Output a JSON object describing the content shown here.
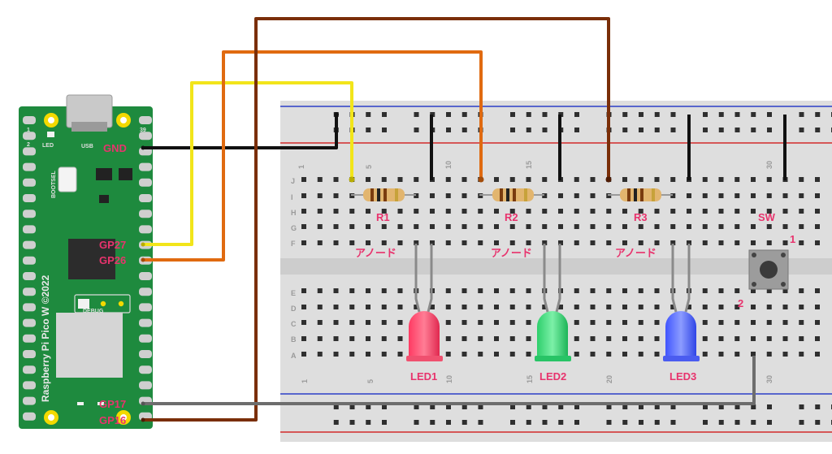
{
  "board": {
    "name": "Raspberry Pi Pico W ©2022",
    "usb_label": "USB",
    "led_label": "LED",
    "bootsel_label": "BOOTSEL",
    "debug_label": "DEBUG",
    "pin1": "1",
    "pin2": "2",
    "pin39": "39"
  },
  "pins": {
    "gnd": "GND",
    "gp27": "GP27",
    "gp26": "GP26",
    "gp17": "GP17",
    "gp16": "GP16"
  },
  "breadboard": {
    "rows_top": [
      "J",
      "I",
      "H",
      "G",
      "F"
    ],
    "rows_bottom": [
      "E",
      "D",
      "C",
      "B",
      "A"
    ],
    "col_labels_top": [
      "1",
      "5",
      "10",
      "15",
      "30"
    ],
    "col_labels_bottom": [
      "1",
      "5",
      "10",
      "15",
      "20",
      "30"
    ]
  },
  "components": {
    "r1": "R1",
    "r2": "R2",
    "r3": "R3",
    "sw": "SW",
    "sw_pin1": "1",
    "sw_pin2": "2",
    "led1": "LED1",
    "led2": "LED2",
    "led3": "LED3",
    "anode": "アノード"
  },
  "colors": {
    "label_pink": "#e8336d",
    "wire_black": "#1a1a1a",
    "wire_yellow": "#f2e51a",
    "wire_orange": "#e06a10",
    "wire_brown": "#7a2e08",
    "wire_gray": "#6d6d6d",
    "board_green": "#1e8a3e",
    "led_red": "#ff5070",
    "led_green": "#3ed97a",
    "led_blue": "#5a70ff"
  }
}
